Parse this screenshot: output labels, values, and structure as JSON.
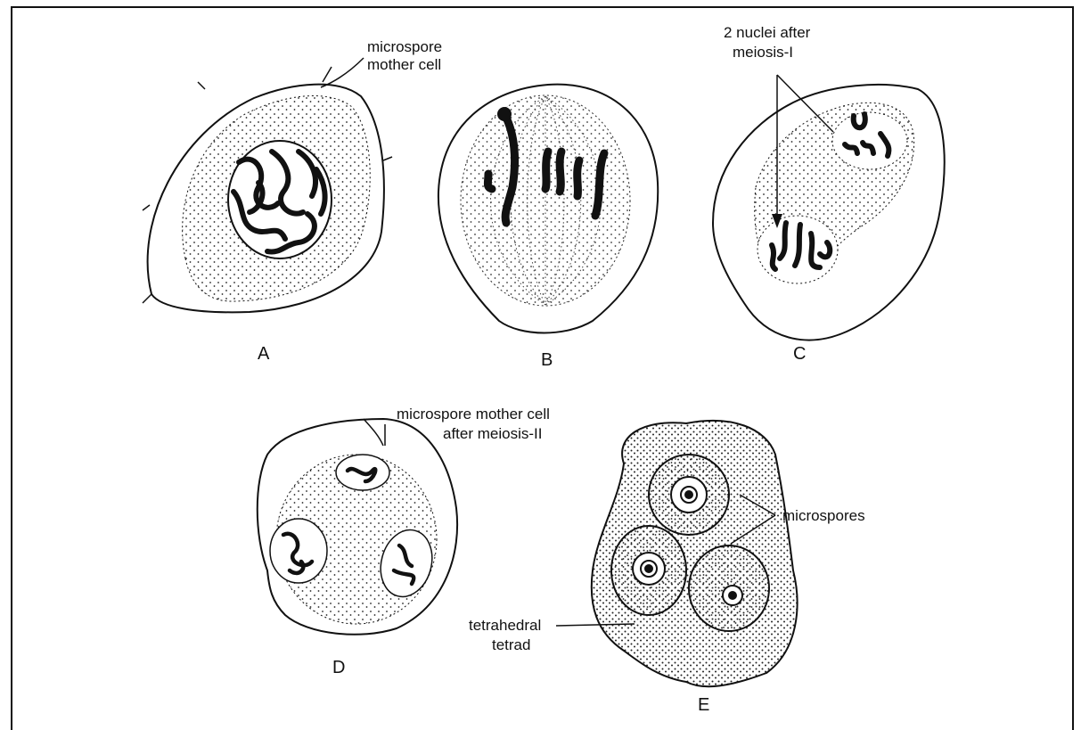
{
  "labels": {
    "a_line1": "microspore",
    "a_line2": "mother cell",
    "c_line1": "2 nuclei after",
    "c_line2": "meiosis-I",
    "d_line1": "microspore mother cell",
    "d_line2": "after meiosis-II",
    "e_microspores": "microspores",
    "e_line1": "tetrahedral",
    "e_line2": "tetrad"
  },
  "panels": [
    "A",
    "B",
    "C",
    "D",
    "E"
  ],
  "colors": {
    "ink": "#111111",
    "background": "#ffffff"
  }
}
